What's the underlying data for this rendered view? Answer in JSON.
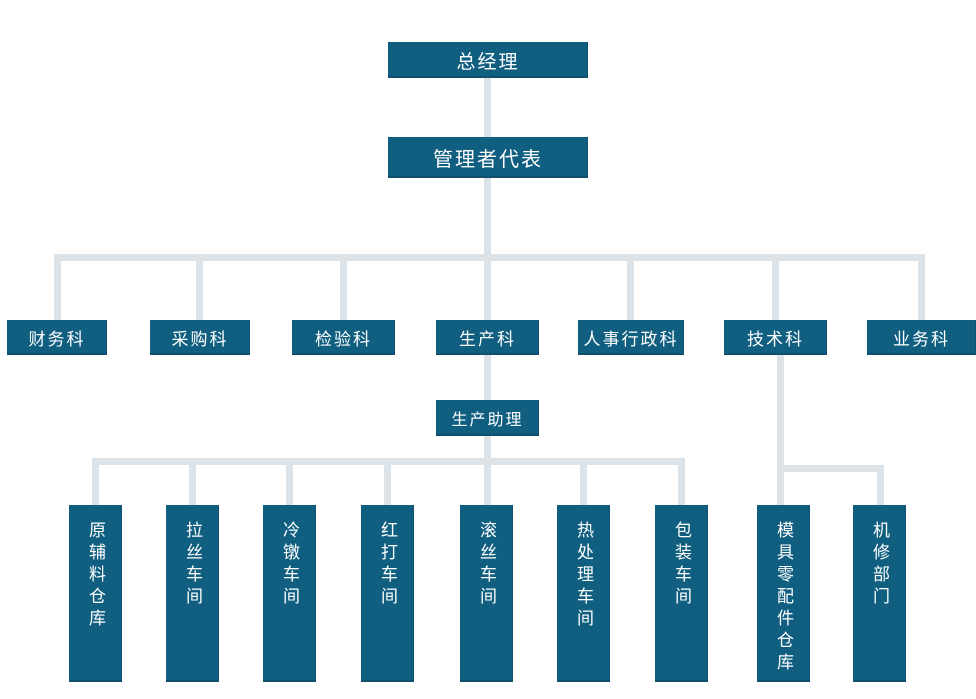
{
  "colors": {
    "node_fill": "#115f80",
    "connector": "#dce3e8",
    "node_text": "#ffffff",
    "page_bg": "#ffffff"
  },
  "org": {
    "root": "总经理",
    "representative": "管理者代表",
    "departments": [
      "财务科",
      "采购科",
      "检验科",
      "生产科",
      "人事行政科",
      "技术科",
      "业务科"
    ],
    "production_assistant": "生产助理",
    "production_units": [
      "原辅料仓库",
      "拉丝车间",
      "冷镦车间",
      "红打车间",
      "滚丝车间",
      "热处理车间",
      "包装车间"
    ],
    "technology_units": [
      "模具零配件仓库",
      "机修部门"
    ]
  }
}
